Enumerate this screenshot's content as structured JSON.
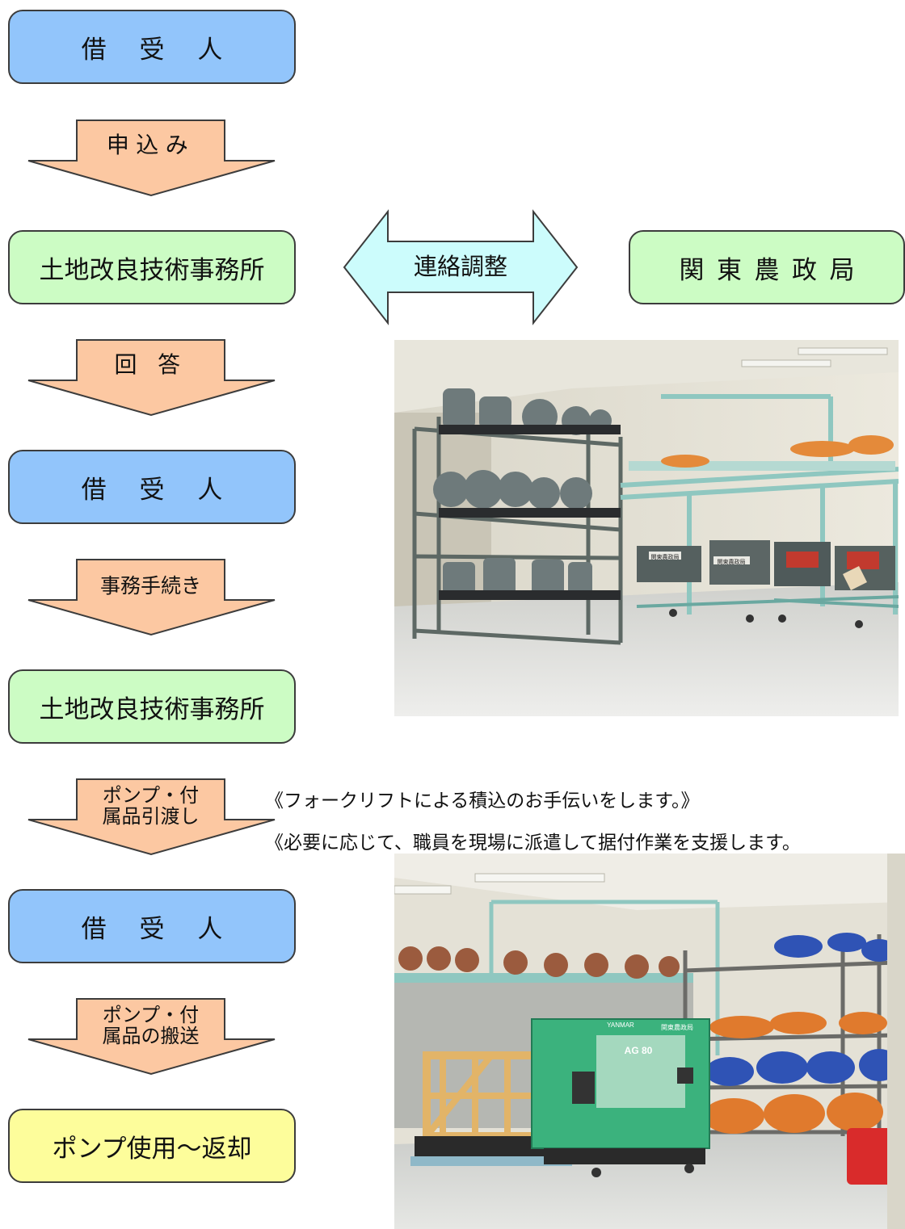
{
  "flow": {
    "box_borrower_1": "借 受 人",
    "arrow_apply": "申込み",
    "box_office_1": "土地改良技術事務所",
    "arrow_coordination": "連絡調整",
    "box_kanto": "関東農政局",
    "arrow_reply": "回 答",
    "box_borrower_2": "借 受 人",
    "arrow_paperwork": "事務手続き",
    "box_office_2": "土地改良技術事務所",
    "arrow_handover": "ポンプ・付\n属品引渡し",
    "box_borrower_3": "借 受 人",
    "arrow_transport": "ポンプ・付\n属品の搬送",
    "box_use_return": "ポンプ使用〜返却"
  },
  "notes": {
    "forklift": "《フォークリフトによる積込のお手伝いをします。》",
    "staff": "《必要に応じて、職員を現場に派遣して据付作業を支援します。"
  },
  "photo_labels": {
    "sign_1": "関東農政局",
    "sign_2": "関東農政局",
    "generator_brand": "YANMAR",
    "generator_model": "AG 80",
    "generator_owner": "関東農政局"
  },
  "colors": {
    "borrower_box": "#92c5fb",
    "office_box": "#ccfcc4",
    "return_box": "#fdfd9b",
    "flow_arrow": "#fcc8a2",
    "coordination_arrow": "#ccfcfc"
  }
}
